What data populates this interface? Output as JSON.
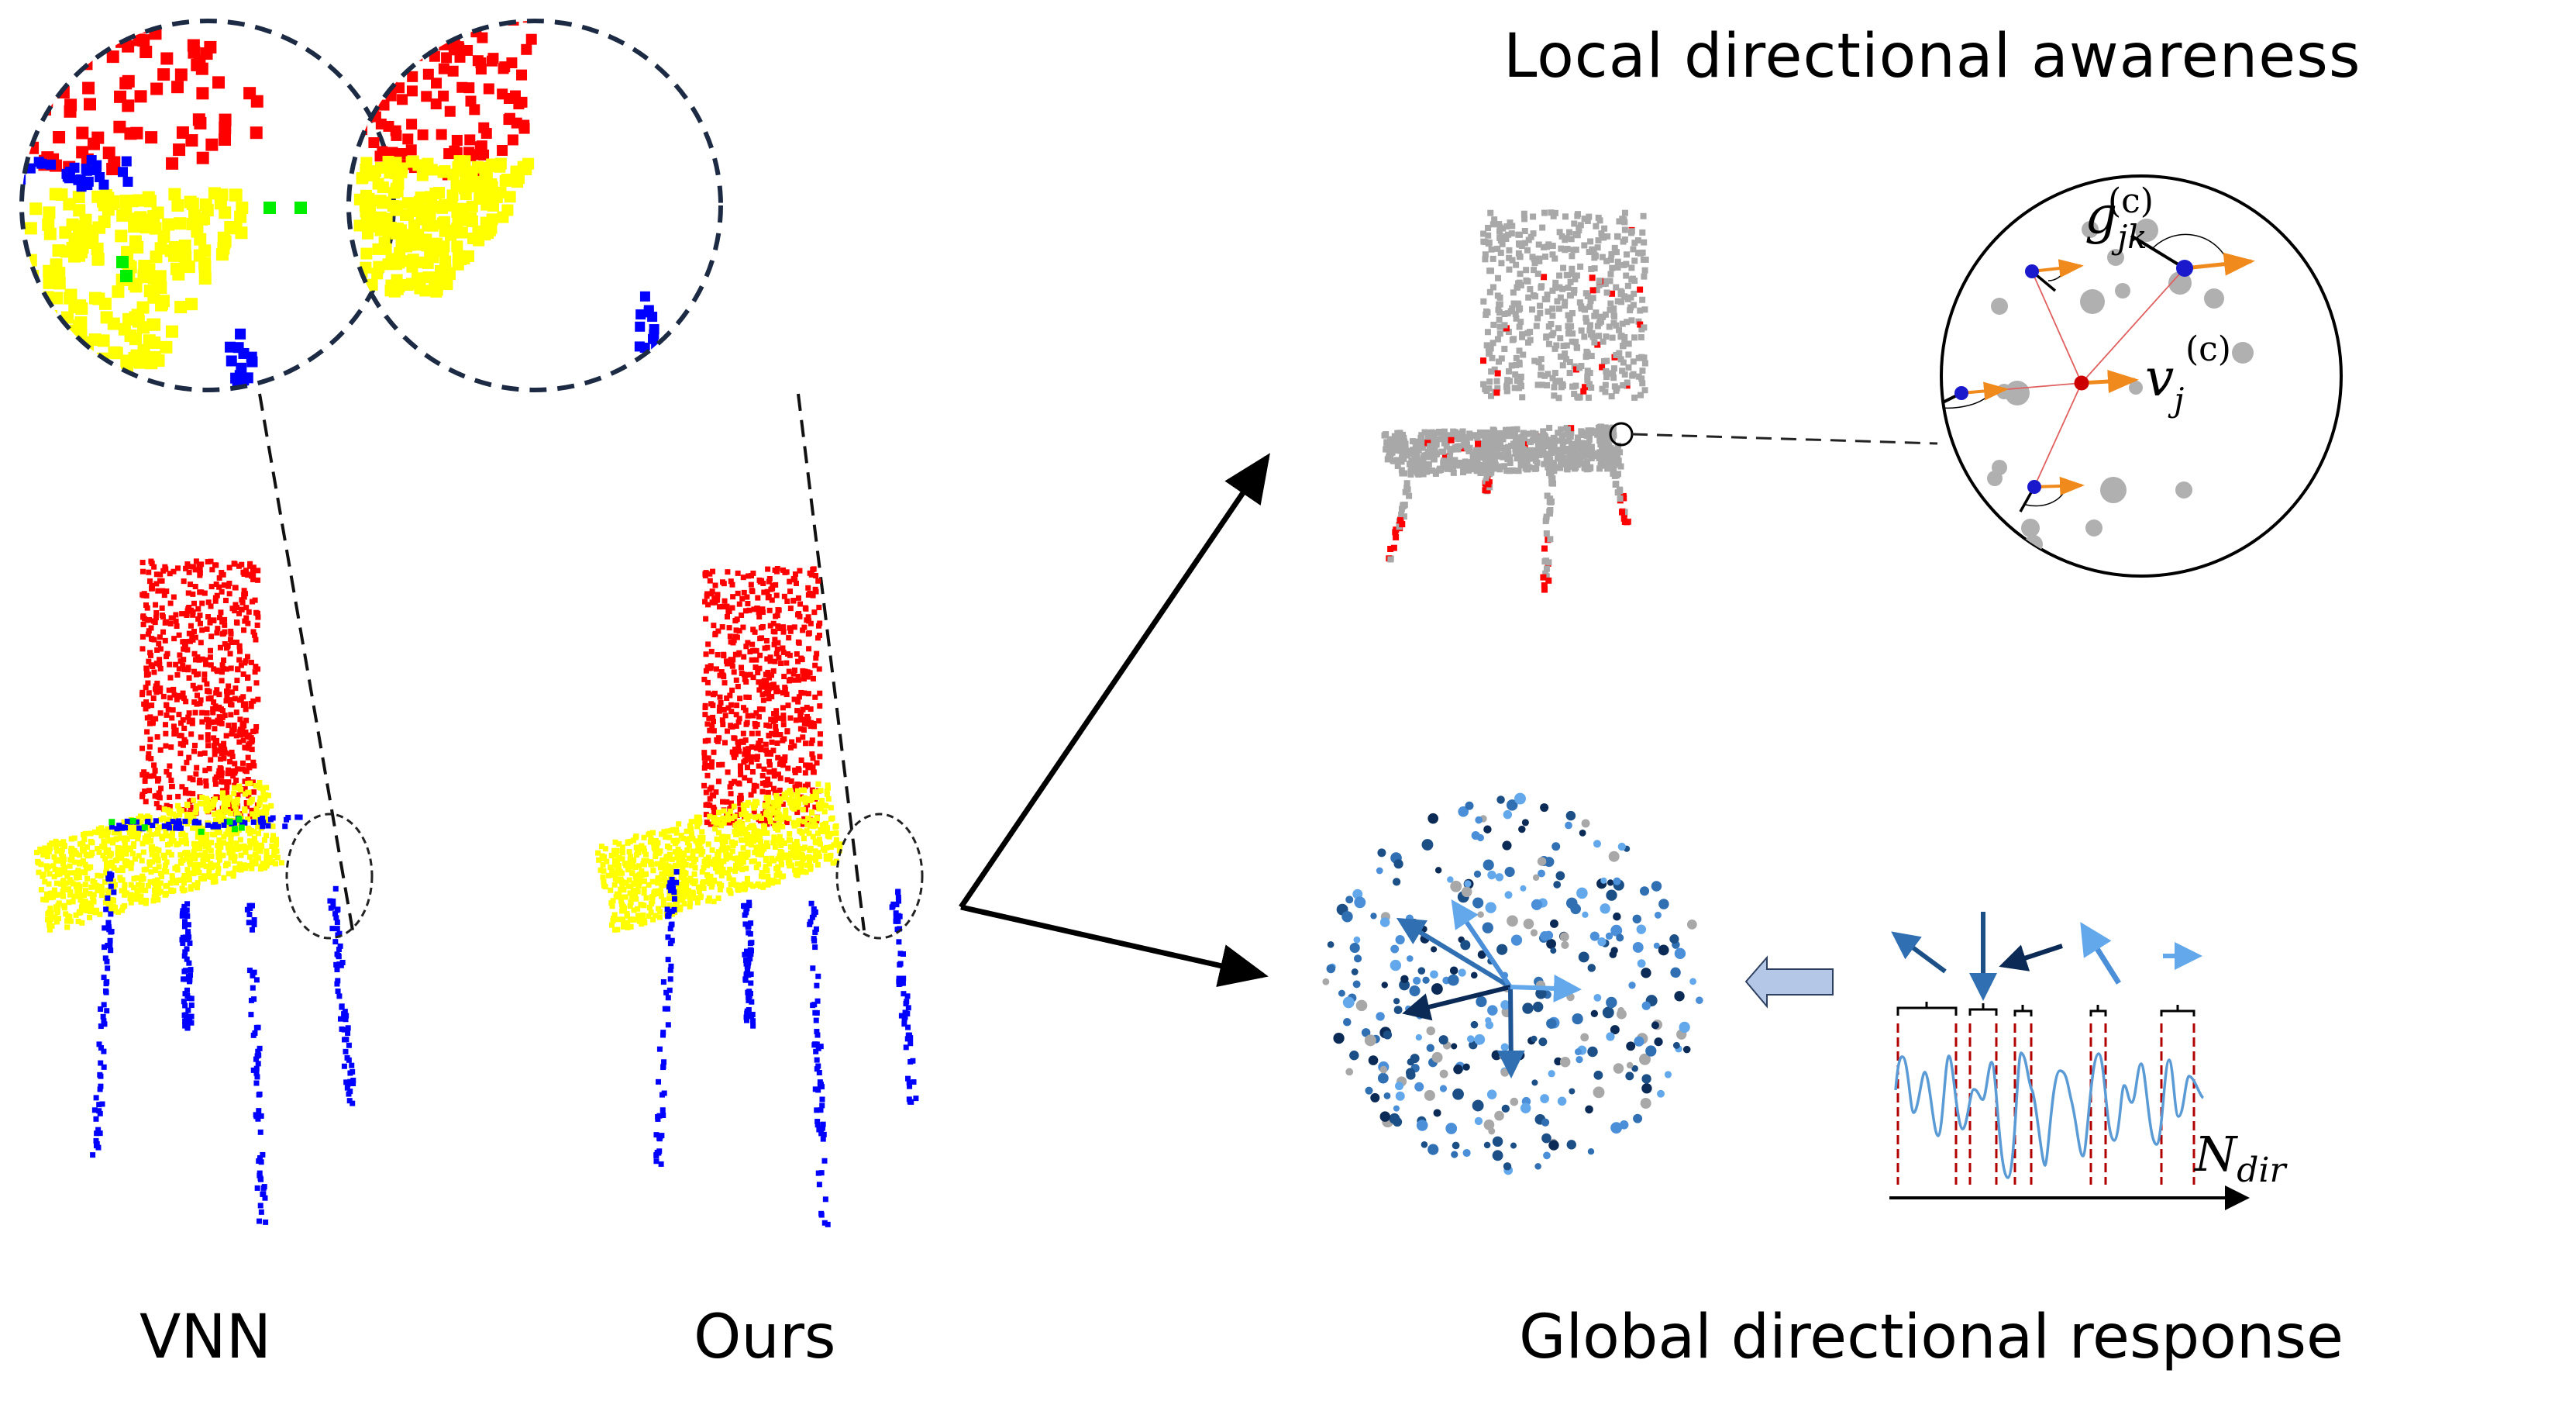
{
  "figure": {
    "local_title": "Local directional awareness",
    "global_title": "Global directional response",
    "captions": {
      "vnn": "VNN",
      "ours": "Ours"
    }
  },
  "math_labels": {
    "g_main": "g",
    "g_sub": "jk",
    "g_sup": "(c)",
    "v_main": "v",
    "v_sub": "j",
    "v_sup": "(c)",
    "n_main": "N",
    "n_sub": "dir"
  },
  "colors": {
    "back": "#ff0000",
    "seat": "#ffff00",
    "legs": "#0000ff",
    "error": "#00ee00",
    "gray_points": "#a8a8a8",
    "highlight_points": "#ff0000",
    "center_point": "#cc0000",
    "neighbor_point": "#1a1acc",
    "orange_vector": "#f08a1c",
    "edge_line": "#e06060",
    "curve": "#5b9bd5",
    "dashed_red": "#b00000",
    "dark_blue": "#0b2a55",
    "mid_blue": "#2f6fb2",
    "light_blue": "#62a8ea",
    "block_arrow_fill": "#b4c7e7",
    "block_arrow_stroke": "#2f3f5f"
  },
  "icons": {
    "flow_arrows": "arrow-icon",
    "block_arrow": "left-block-arrow-icon"
  }
}
